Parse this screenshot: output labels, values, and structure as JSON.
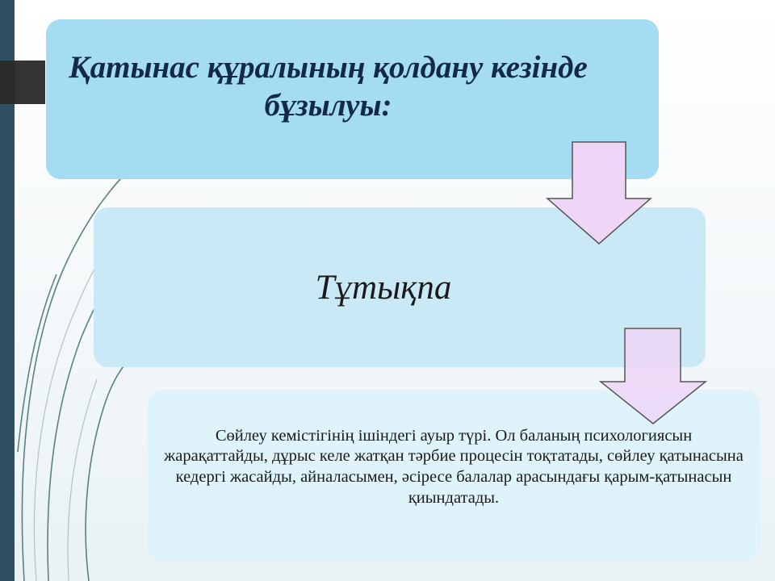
{
  "slide": {
    "title": "Қатынас құралының қолдану кезінде бұзылуы:",
    "term": "Тұтықпа",
    "description": "Сөйлеу кемістігінің ішіндегі ауыр түрі. Ол баланың психологиясын жарақаттайды, дұрыс келе жатқан тәрбие процесін тоқтатады, сөйлеу қатынасына кедергі жасайды, айналасымен, әсіресе балалар арасындағы қарым-қатынасын қиындатады."
  },
  "colors": {
    "box1": "#a4dcf3",
    "box2": "#c9e9f7",
    "box3": "#dff3fb",
    "arrow_fill": "#efd6f7",
    "left_bar": "#2f4f63"
  },
  "icons": [
    "down-arrow-icon",
    "down-arrow-icon"
  ]
}
